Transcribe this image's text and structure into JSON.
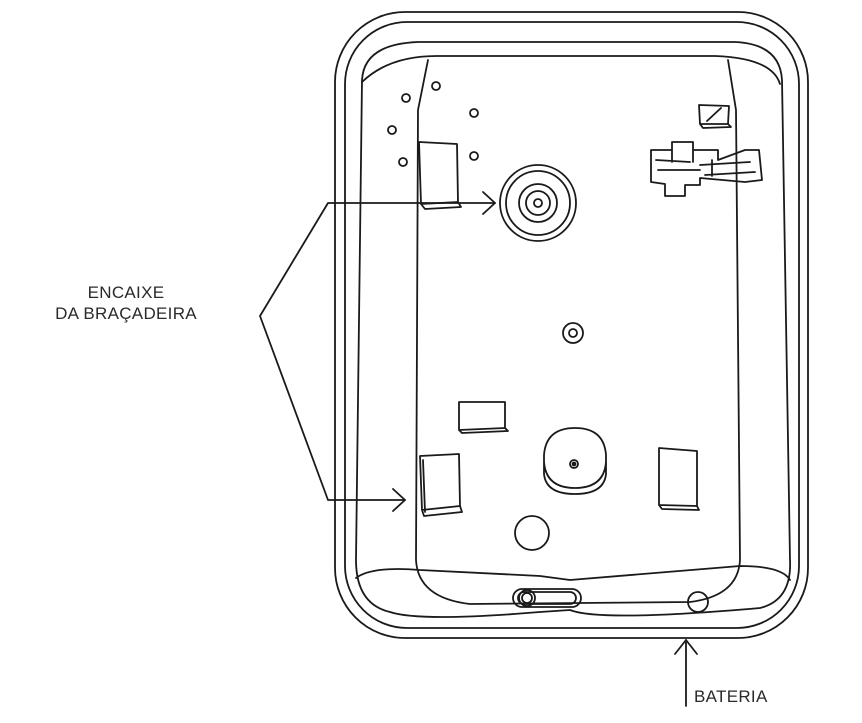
{
  "labels": {
    "encaixe_line1": "ENCAIXE",
    "encaixe_line2": "DA BRAÇADEIRA",
    "bateria": "BATERIA"
  },
  "colors": {
    "stroke": "#1a1a1a",
    "text": "#2a2a2a",
    "background": "#ffffff"
  }
}
